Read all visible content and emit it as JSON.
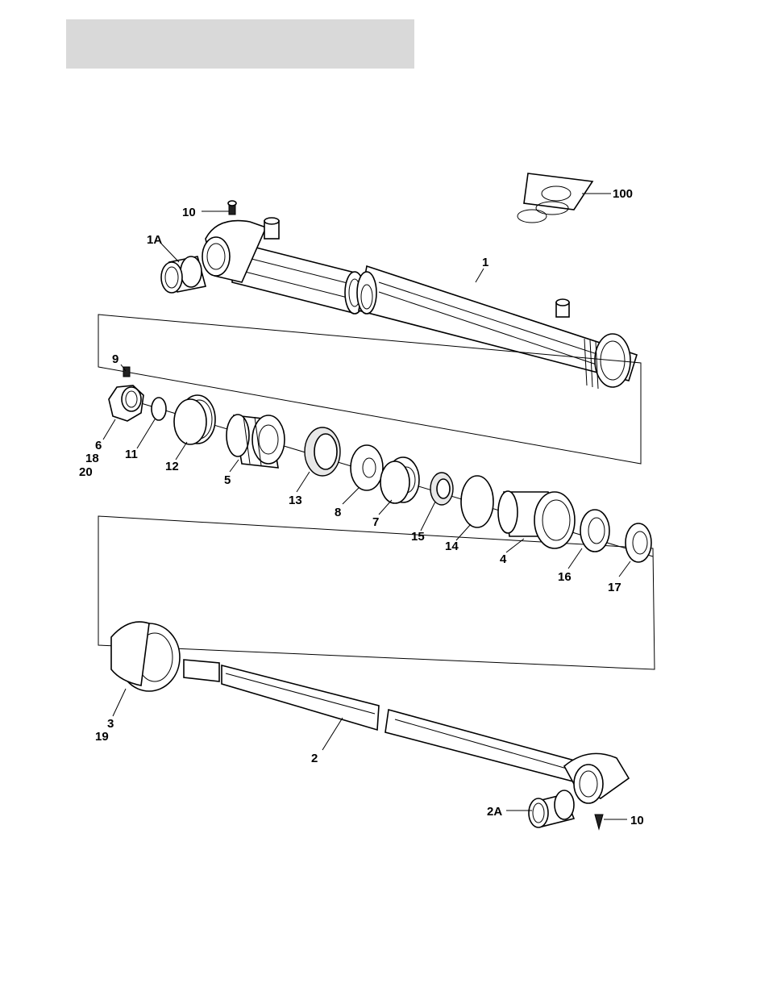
{
  "header": {
    "title_bar_color": "#d9d9d9"
  },
  "diagram": {
    "labels": {
      "l10a": "10",
      "l1a": "1A",
      "l100": "100",
      "l1": "1",
      "l9": "9",
      "l6": "6",
      "l18": "18",
      "l20": "20",
      "l11": "11",
      "l12": "12",
      "l5": "5",
      "l13": "13",
      "l8": "8",
      "l7": "7",
      "l15": "15",
      "l14": "14",
      "l4": "4",
      "l16": "16",
      "l17": "17",
      "l3": "3",
      "l19": "19",
      "l2": "2",
      "l2a": "2A",
      "l10b": "10"
    }
  }
}
